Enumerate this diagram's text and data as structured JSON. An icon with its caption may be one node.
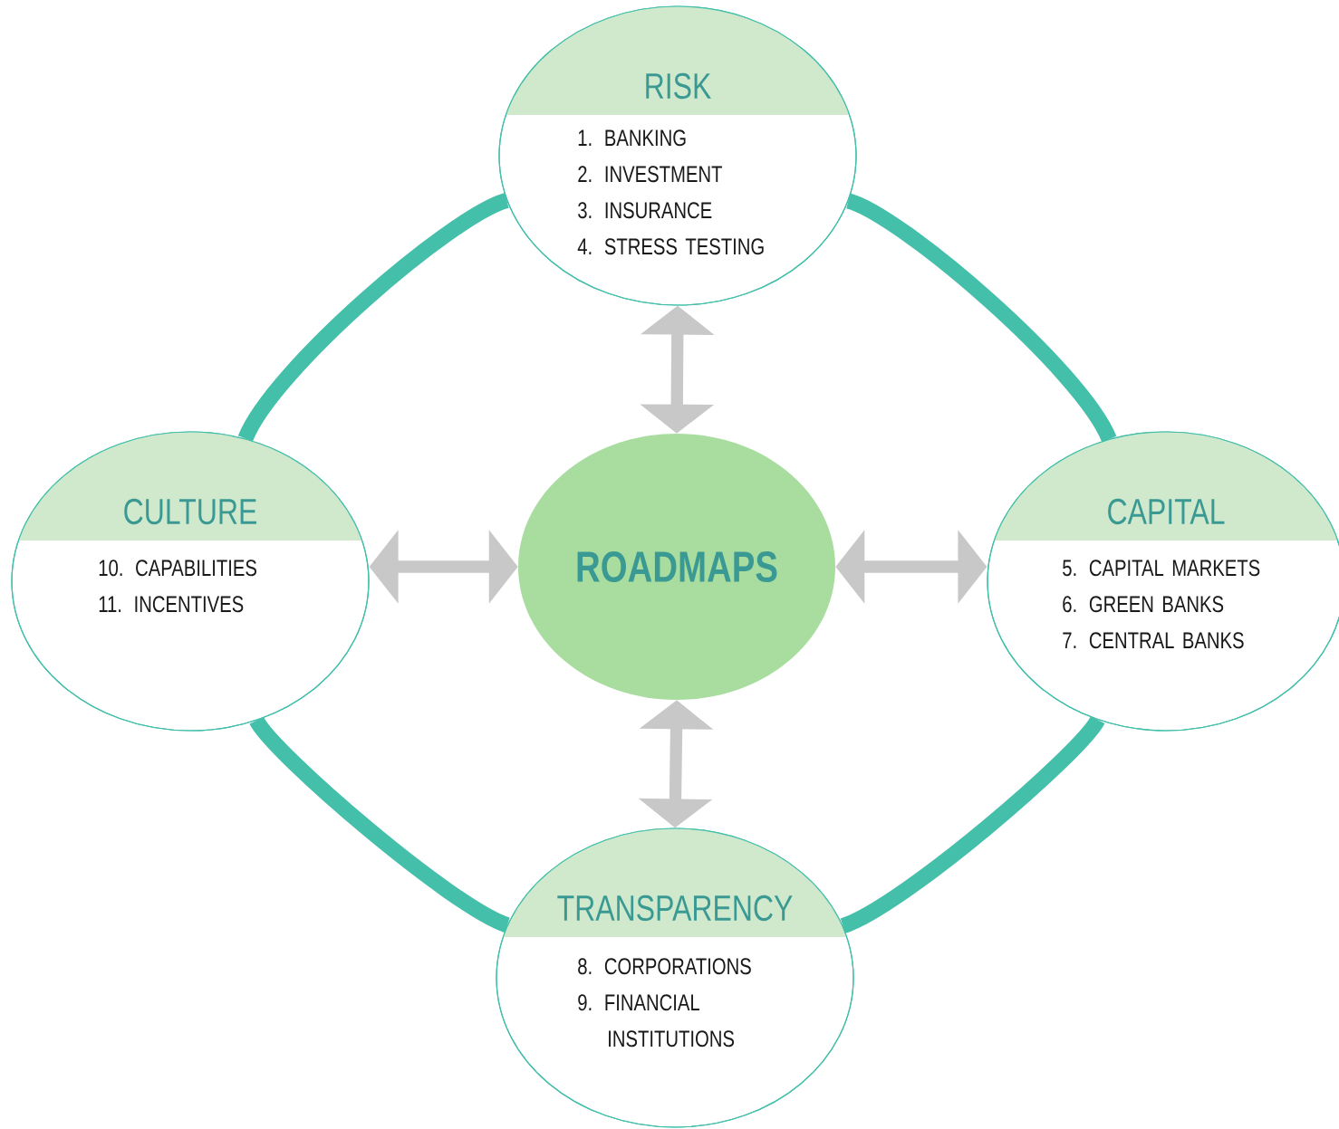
{
  "diagram": {
    "nodes": [
      {
        "text": [
          "RISK",
          "1. BANKING",
          "2. INVESTMENT",
          "3. INSURANCE",
          "4. STRESS TESTING"
        ]
      },
      {
        "text": [
          "CULTURE",
          "10. CAPABILITIES",
          "11. INCENTIVES"
        ]
      },
      {
        "text": [
          "ROADMAPS"
        ]
      },
      {
        "text": [
          "CAPITAL",
          "5. CAPITAL MARKETS",
          "6. GREEN BANKS",
          "7. CENTRAL BANKS"
        ]
      },
      {
        "text": [
          "TRANSPARENCY",
          "8. CORPORATIONS",
          "9. FINANCIAL INSTITUTIONS"
        ]
      }
    ],
    "edges": [
      {
        "from": 0,
        "to": 2,
        "arrow": "both",
        "color": "#c8c8c8"
      },
      {
        "from": 1,
        "to": 2,
        "arrow": "both",
        "color": "#c8c8c8"
      },
      {
        "from": 2,
        "to": 3,
        "arrow": "both",
        "color": "#c8c8c8"
      },
      {
        "from": 2,
        "to": 4,
        "arrow": "both",
        "color": "#c8c8c8"
      },
      {
        "from": 0,
        "to": 3,
        "arrow": "none",
        "color": "#43bfaa"
      },
      {
        "from": 3,
        "to": 4,
        "arrow": "none",
        "color": "#43bfaa"
      },
      {
        "from": 4,
        "to": 1,
        "arrow": "none",
        "color": "#43bfaa"
      },
      {
        "from": 1,
        "to": 0,
        "arrow": "none",
        "color": "#43bfaa"
      }
    ]
  }
}
